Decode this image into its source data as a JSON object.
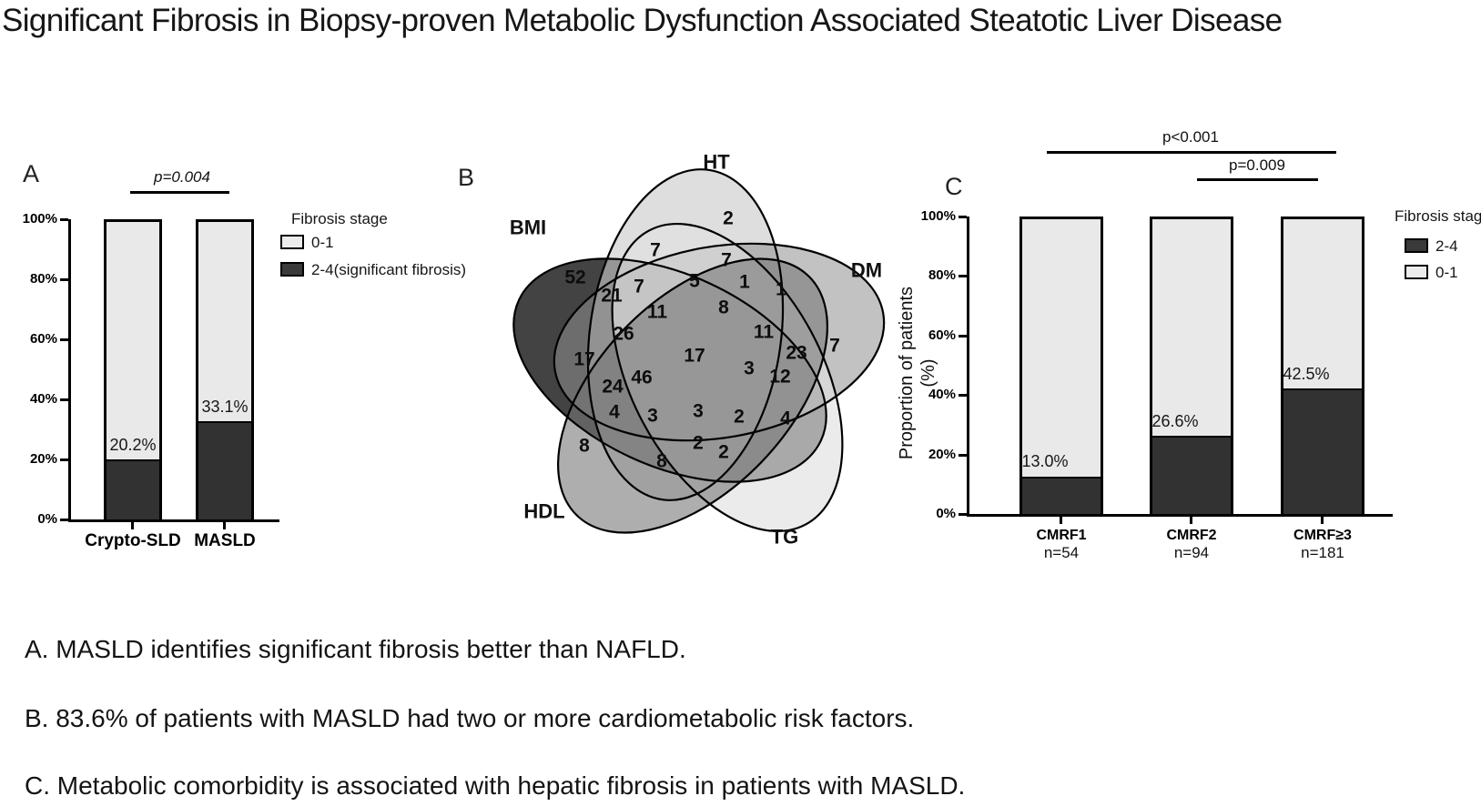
{
  "title": "Significant Fibrosis in Biopsy-proven Metabolic Dysfunction Associated Steatotic Liver Disease",
  "panels": {
    "a": {
      "label": "A",
      "p_value": "p=0.004",
      "yticks": [
        "0%",
        "20%",
        "40%",
        "60%",
        "80%",
        "100%"
      ],
      "legend": {
        "title": "Fibrosis stage",
        "items": [
          {
            "label": "0-1",
            "swatch": "light"
          },
          {
            "label": "2-4(significant fibrosis)",
            "swatch": "dark"
          }
        ]
      }
    },
    "b": {
      "label": "B"
    },
    "c": {
      "label": "C",
      "annotations": [
        {
          "text": "p<0.001"
        },
        {
          "text": "p=0.009"
        }
      ],
      "yticks": [
        "0%",
        "20%",
        "40%",
        "60%",
        "80%",
        "100%"
      ],
      "ylabel_lines": [
        "Proportion of patients",
        "(%)"
      ],
      "legend": {
        "title": "Fibrosis stage",
        "items": [
          {
            "label": "2-4",
            "swatch": "dark"
          },
          {
            "label": "0-1",
            "swatch": "light"
          }
        ]
      }
    }
  },
  "captions": [
    "A. MASLD identifies significant fibrosis better than NAFLD.",
    "B. 83.6% of patients with MASLD had two or more cardiometabolic risk factors.",
    "C. Metabolic comorbidity is associated with hepatic fibrosis in patients with MASLD."
  ],
  "colors": {
    "dark_fill": "#323232",
    "light_fill": "#e9e9e9",
    "axis": "#000000",
    "venn_bmi": "#2f2f2f",
    "venn_ht": "#c9c9c9",
    "venn_dm": "#8f8f8f",
    "venn_tg": "#e0e0e0",
    "venn_hdl": "#787878"
  },
  "chart_data": [
    {
      "id": "A",
      "type": "bar",
      "subtype": "stacked_100pct",
      "categories": [
        "Crypto-SLD",
        "MASLD"
      ],
      "series": [
        {
          "name": "2-4(significant fibrosis)",
          "values": [
            20.2,
            33.1
          ]
        },
        {
          "name": "0-1",
          "values": [
            79.8,
            66.9
          ]
        }
      ],
      "value_labels": [
        "20.2%",
        "33.1%"
      ],
      "ylim": [
        0,
        100
      ],
      "yticks_pct": [
        0,
        20,
        40,
        60,
        80,
        100
      ],
      "significance": {
        "text": "p=0.004",
        "between": [
          "Crypto-SLD",
          "MASLD"
        ]
      },
      "legend_title": "Fibrosis stage",
      "legend_position": "right"
    },
    {
      "id": "B",
      "type": "venn",
      "sets": [
        "BMI",
        "HT",
        "DM",
        "TG",
        "HDL"
      ],
      "regions": [
        {
          "id": "bmi_only",
          "value": 52
        },
        {
          "id": "ht_only",
          "value": 2
        },
        {
          "id": "dm_only",
          "value": 7
        },
        {
          "id": "hdl_only",
          "value": 8
        },
        {
          "id": "r05",
          "value": 7
        },
        {
          "id": "r06",
          "value": 7
        },
        {
          "id": "r07",
          "value": 5
        },
        {
          "id": "r08",
          "value": 1
        },
        {
          "id": "r09",
          "value": 1
        },
        {
          "id": "r10",
          "value": 21
        },
        {
          "id": "r11",
          "value": 7
        },
        {
          "id": "r12",
          "value": 8
        },
        {
          "id": "r13",
          "value": 11
        },
        {
          "id": "r14",
          "value": 26
        },
        {
          "id": "r15",
          "value": 11
        },
        {
          "id": "r16",
          "value": 23
        },
        {
          "id": "r17",
          "value": 17
        },
        {
          "id": "r18",
          "value": 17
        },
        {
          "id": "r19",
          "value": 3
        },
        {
          "id": "r20",
          "value": 46
        },
        {
          "id": "r21",
          "value": 24
        },
        {
          "id": "r22",
          "value": 12
        },
        {
          "id": "r23",
          "value": 4
        },
        {
          "id": "r24",
          "value": 3
        },
        {
          "id": "r25",
          "value": 3
        },
        {
          "id": "r26",
          "value": 2
        },
        {
          "id": "r27",
          "value": 4
        },
        {
          "id": "r28",
          "value": 2
        },
        {
          "id": "r29",
          "value": 8
        },
        {
          "id": "r30",
          "value": 2
        }
      ]
    },
    {
      "id": "C",
      "type": "bar",
      "subtype": "stacked_100pct",
      "categories": [
        "CMRF1",
        "CMRF2",
        "CMRF≥3"
      ],
      "category_sublabels": [
        "n=54",
        "n=94",
        "n=181"
      ],
      "series": [
        {
          "name": "2-4",
          "values": [
            13.0,
            26.6,
            42.5
          ]
        },
        {
          "name": "0-1",
          "values": [
            87.0,
            73.4,
            57.5
          ]
        }
      ],
      "value_labels": [
        "13.0%",
        "26.6%",
        "42.5%"
      ],
      "ylabel": "Proportion of patients (%)",
      "ylim": [
        0,
        100
      ],
      "yticks_pct": [
        0,
        20,
        40,
        60,
        80,
        100
      ],
      "significance": [
        {
          "text": "p<0.001",
          "between": [
            "CMRF1",
            "CMRF≥3"
          ]
        },
        {
          "text": "p=0.009",
          "between": [
            "CMRF2",
            "CMRF≥3"
          ]
        }
      ],
      "legend_title": "Fibrosis stage",
      "legend_position": "right"
    }
  ]
}
